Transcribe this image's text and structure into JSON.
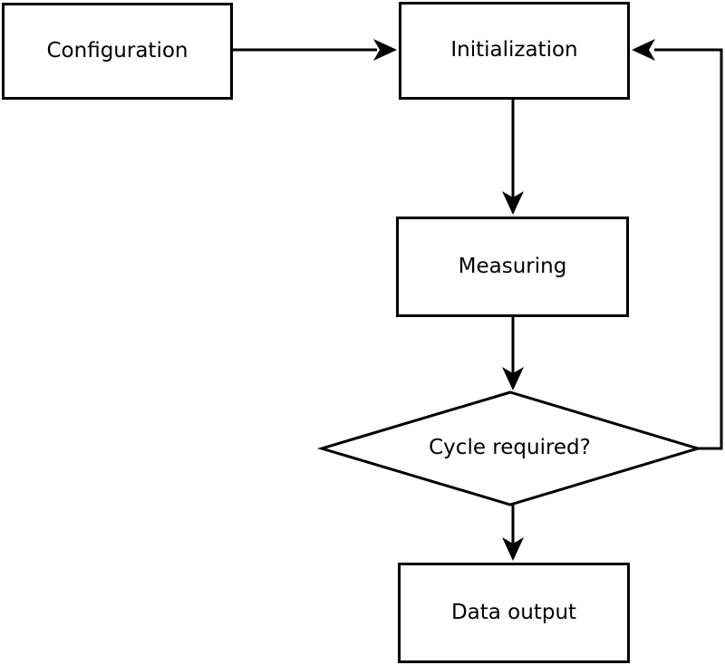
{
  "diagram": {
    "type": "flowchart",
    "background_color": "#ffffff",
    "stroke_color": "#000000",
    "text_color": "#000000",
    "nodes": [
      {
        "id": "configuration",
        "shape": "rectangle",
        "label": "Configuration"
      },
      {
        "id": "initialization",
        "shape": "rectangle",
        "label": "Initialization"
      },
      {
        "id": "measuring",
        "shape": "rectangle",
        "label": "Measuring"
      },
      {
        "id": "cycle-required",
        "shape": "diamond",
        "label": "Cycle required?"
      },
      {
        "id": "data-output",
        "shape": "rectangle",
        "label": "Data output"
      }
    ],
    "edges": [
      {
        "from": "configuration",
        "to": "initialization",
        "direction": "right"
      },
      {
        "from": "initialization",
        "to": "measuring",
        "direction": "down"
      },
      {
        "from": "measuring",
        "to": "cycle-required",
        "direction": "down"
      },
      {
        "from": "cycle-required",
        "to": "data-output",
        "direction": "down"
      },
      {
        "from": "cycle-required",
        "to": "initialization",
        "direction": "right-then-up",
        "note": "feedback loop"
      }
    ]
  }
}
